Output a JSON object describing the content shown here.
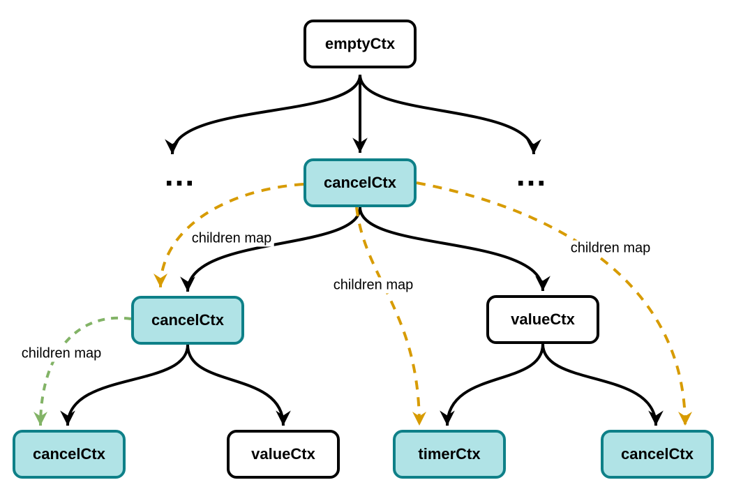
{
  "diagram": {
    "nodes": [
      {
        "id": "root",
        "label": "emptyCtx",
        "type": "plain"
      },
      {
        "id": "cancel-mid",
        "label": "cancelCtx",
        "type": "highlight"
      },
      {
        "id": "cancel-left",
        "label": "cancelCtx",
        "type": "highlight"
      },
      {
        "id": "value-mid",
        "label": "valueCtx",
        "type": "plain"
      },
      {
        "id": "cancel-bottom-left",
        "label": "cancelCtx",
        "type": "highlight"
      },
      {
        "id": "value-bottom",
        "label": "valueCtx",
        "type": "plain"
      },
      {
        "id": "timer-bottom",
        "label": "timerCtx",
        "type": "highlight"
      },
      {
        "id": "cancel-bottom-right",
        "label": "cancelCtx",
        "type": "highlight"
      }
    ],
    "ellipsis": "...",
    "edge_labels": [
      "children map",
      "children map",
      "children map",
      "children map"
    ],
    "edges": [
      {
        "from": "emptyCtx",
        "to": "...",
        "style": "solid"
      },
      {
        "from": "emptyCtx",
        "to": "cancelCtx",
        "style": "solid"
      },
      {
        "from": "emptyCtx",
        "to": "...",
        "style": "solid"
      },
      {
        "from": "cancelCtx",
        "to": "cancelCtx",
        "style": "solid"
      },
      {
        "from": "cancelCtx",
        "to": "valueCtx",
        "style": "solid"
      },
      {
        "from": "cancelCtx",
        "to": "cancelCtx",
        "style": "dashed-orange",
        "label": "children map"
      },
      {
        "from": "cancelCtx",
        "to": "timerCtx",
        "style": "dashed-orange",
        "label": "children map"
      },
      {
        "from": "cancelCtx",
        "to": "cancelCtx (bottom right)",
        "style": "dashed-orange",
        "label": "children map"
      },
      {
        "from": "cancelCtx (left)",
        "to": "cancelCtx (bottom left)",
        "style": "dashed-green",
        "label": "children map"
      },
      {
        "from": "cancelCtx (left)",
        "to": "cancelCtx (bottom left)",
        "style": "solid"
      },
      {
        "from": "cancelCtx (left)",
        "to": "valueCtx (bottom)",
        "style": "solid"
      },
      {
        "from": "valueCtx",
        "to": "timerCtx",
        "style": "solid"
      },
      {
        "from": "valueCtx",
        "to": "cancelCtx (bottom right)",
        "style": "solid"
      }
    ],
    "colors": {
      "node_fill_highlight": "#B0E3E6",
      "node_stroke_highlight": "#0E8088",
      "node_fill_plain": "#FFFFFF",
      "node_stroke_plain": "#000000",
      "edge_black": "#000000",
      "edge_orange": "#D79B00",
      "edge_green": "#82B366"
    }
  }
}
